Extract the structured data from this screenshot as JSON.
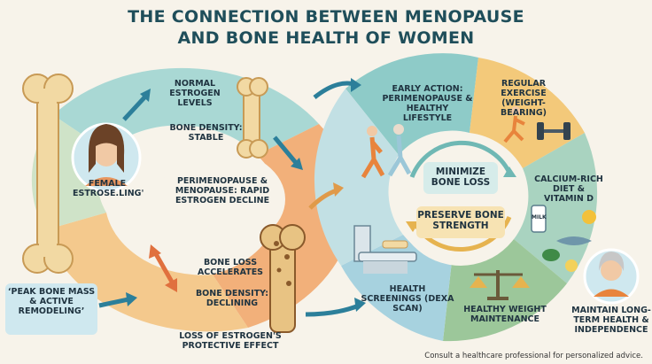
{
  "title_line1": "THE CONNECTION BETWEEN MENOPAUSE",
  "title_line2": "AND BONE HEALTH OF WOMEN",
  "left_cycle": {
    "female_label": "FEMALE ESTROSE.LING'",
    "normal_estrogen": "NORMAL ESTROGEN LEVELS",
    "density_stable": "BONE DENSITY: STABLE",
    "perimenopause": "PERIMENOPAUSE & MENOPAUSE: RAPID ESTROGEN DECLINE",
    "bone_loss": "BONE LOSS ACCELERATES",
    "density_declining": "BONE DENSITY: DECLINING",
    "peak_bone": "‘PEAK BONE MASS & ACTIVE REMODELING’",
    "loss_protective": "LOSS OF ESTROGEN'S PROTECTIVE EFFECT"
  },
  "right_cycle": {
    "early_action": "EARLY ACTION: PERIMENOPAUSE & HEALTHY LIFESTYLE",
    "regular_exercise": "REGULAR EXERCISE (WEIGHT-BEARING)",
    "calcium_diet": "CALCIUM-RICH DIET & VITAMIN D",
    "minimize": "MINIMIZE BONE LOSS",
    "preserve": "PRESERVE BONE STRENGTH",
    "health_screenings": "HEALTH SCREENINGS (DEXA SCAN)",
    "healthy_weight": "HEALTHY WEIGHT MAINTENANCE",
    "maintain": "MAINTAIN LONG-TERM HEALTH & INDEPENDENCE",
    "milk_label": "MILK"
  },
  "footer": "Consult a healthcare professional for personalized advice.",
  "colors": {
    "teal": "#8ecbc8",
    "orange": "#f0a15e",
    "yellow": "#f3c97a",
    "green": "#9cc79a",
    "navy": "#1f4e5a",
    "bone": "#f2d9a3"
  }
}
